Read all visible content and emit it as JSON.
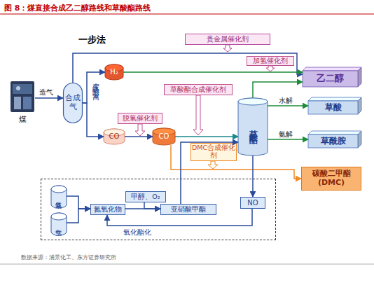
{
  "diagram": {
    "title": "图 8：煤直接合成乙二醇路线和草酸酯路线",
    "caption": "数据来源：浦景化工、东方证券研究所",
    "nodes": [
      {
        "text": [
          "煤"
        ]
      },
      {
        "text": [
          "合成气"
        ]
      },
      {
        "text": [
          "H₂"
        ]
      },
      {
        "text": [
          "CO"
        ]
      },
      {
        "text": [
          "CO"
        ]
      },
      {
        "text": [
          "贵金属催化剂"
        ]
      },
      {
        "text": [
          "加氢催化剂"
        ]
      },
      {
        "text": [
          "乙二醇"
        ]
      },
      {
        "text": [
          "草酸酯合成催化剂"
        ]
      },
      {
        "text": [
          "脱氢催化剂"
        ]
      },
      {
        "text": [
          "草酸酯"
        ]
      },
      {
        "text": [
          "草酸"
        ]
      },
      {
        "text": [
          "草酰胺"
        ]
      },
      {
        "text": [
          "DMC合成催化剂"
        ]
      },
      {
        "text": [
          "碳酸二甲酯 (DMC)"
        ]
      },
      {
        "text": [
          "氧化酯化"
        ]
      },
      {
        "text": [
          "液氨"
        ],
        "in": 15
      },
      {
        "text": [
          "空气"
        ],
        "in": 15
      },
      {
        "text": [
          "氮氧化物"
        ],
        "in": 15
      },
      {
        "text": [
          "甲醇、O₂"
        ],
        "in": 15
      },
      {
        "text": [
          "亚硝酸甲酯"
        ],
        "in": 15
      },
      {
        "text": [
          "NO"
        ],
        "in": 15
      }
    ],
    "edges": [
      {
        "from": 0,
        "to": 1,
        "arrow": "to",
        "label": "造气"
      },
      {
        "from": 1,
        "to": 2,
        "arrow": "to"
      },
      {
        "from": 1,
        "to": 3,
        "arrow": "to"
      },
      {
        "from": 1,
        "to": 7,
        "arrow": "to"
      },
      {
        "from": 2,
        "to": 7,
        "arrow": "to"
      },
      {
        "from": 10,
        "to": 7,
        "arrow": "to"
      },
      {
        "from": 3,
        "to": 4,
        "arrow": "to"
      },
      {
        "from": 4,
        "to": 10,
        "arrow": "to"
      },
      {
        "from": 10,
        "to": 11,
        "arrow": "to",
        "label": "水解"
      },
      {
        "from": 10,
        "to": 12,
        "arrow": "to",
        "label": "氨解"
      },
      {
        "from": 4,
        "to": 14,
        "arrow": "to"
      },
      {
        "from": 20,
        "to": 10,
        "arrow": "to"
      },
      {
        "from": 10,
        "to": 21,
        "arrow": "to"
      },
      {
        "from": 21,
        "to": 18,
        "arrow": "to"
      },
      {
        "from": 16,
        "to": 18,
        "arrow": "to"
      },
      {
        "from": 17,
        "to": 18,
        "arrow": "to"
      },
      {
        "from": 19,
        "to": 20,
        "arrow": "to"
      },
      {
        "from": 18,
        "to": 20,
        "arrow": "to"
      }
    ],
    "labels": [
      "一步法",
      "变压吸附分离"
    ]
  }
}
